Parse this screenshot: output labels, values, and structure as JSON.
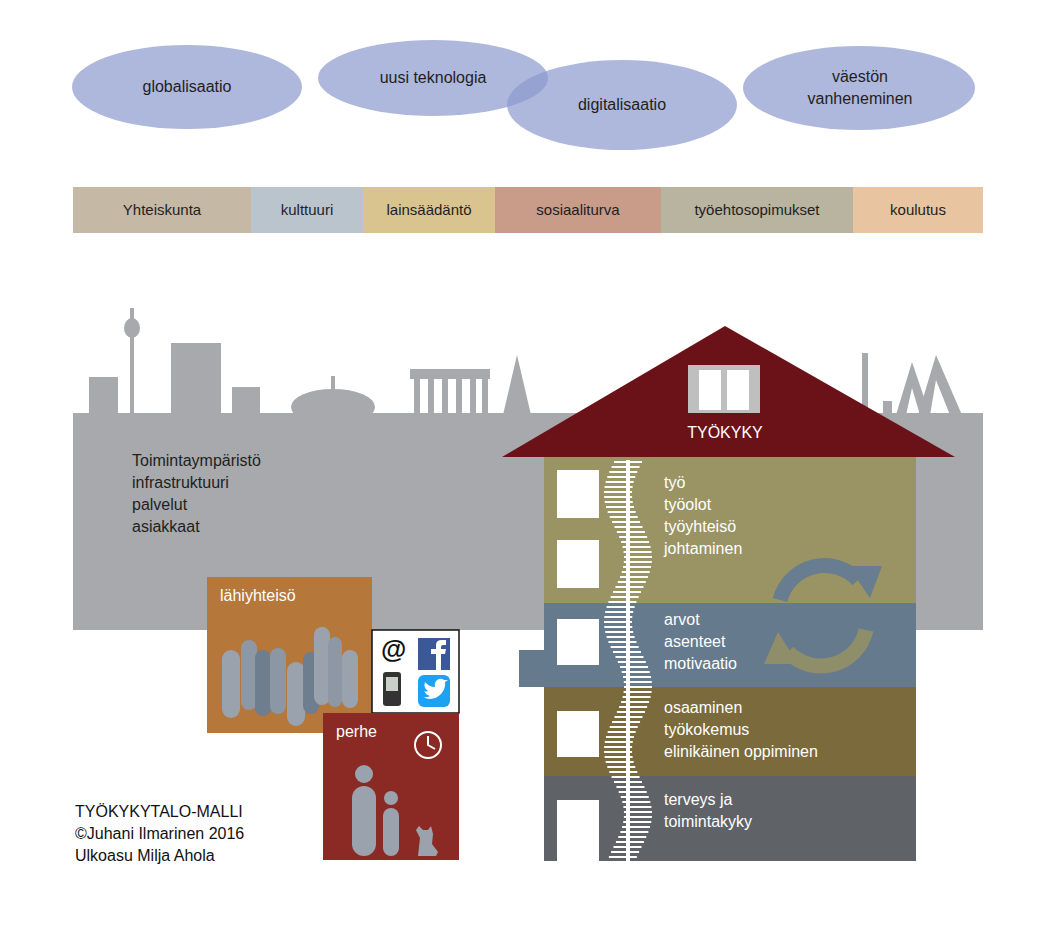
{
  "diagram": {
    "nodes": [
      {
        "text": [
          "globalisaatio"
        ]
      },
      {
        "text": [
          "uusi teknologia"
        ]
      },
      {
        "text": [
          "digitalisaatio"
        ]
      },
      {
        "text": [
          "väestön vanheneminen"
        ]
      },
      {
        "text": [
          "Yhteiskunta"
        ]
      },
      {
        "text": [
          "kulttuuri"
        ]
      },
      {
        "text": [
          "lainsäädäntö"
        ]
      },
      {
        "text": [
          "sosiaaliturva"
        ]
      },
      {
        "text": [
          "työehtosopimukset"
        ]
      },
      {
        "text": [
          "koulutus"
        ]
      },
      {
        "text": [
          "Toimintaympäristö",
          "infrastruktuuri",
          "palvelut",
          "asiakkaat"
        ]
      },
      {
        "text": [
          "TYÖKYKY"
        ]
      },
      {
        "text": [
          "työ",
          "työolot",
          "työyhteisö",
          "johtaminen"
        ]
      },
      {
        "text": [
          "arvot",
          "asenteet",
          "motivaatio"
        ]
      },
      {
        "text": [
          "osaaminen",
          "työkokemus",
          "elinikäinen oppiminen"
        ]
      },
      {
        "text": [
          "terveys ja toimintakyky"
        ]
      },
      {
        "text": [
          "lähiyhteisö"
        ]
      },
      {
        "text": [
          "perhe"
        ]
      }
    ],
    "labels": [
      "@",
      "TYÖKYKYTALO-MALLI",
      "©Juhani Ilmarinen 2016",
      "Ulkoasu Milja Ahola"
    ]
  }
}
